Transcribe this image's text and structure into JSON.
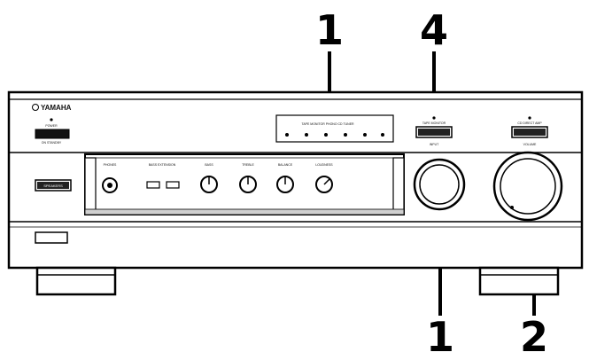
{
  "brand": "YAMAHA",
  "callouts": [
    {
      "id": "callout-top-1",
      "label": "1"
    },
    {
      "id": "callout-top-4",
      "label": "4"
    },
    {
      "id": "callout-bottom-1",
      "label": "1"
    },
    {
      "id": "callout-bottom-2",
      "label": "2"
    }
  ],
  "panel": {
    "power_label": "POWER",
    "power_sub": "ON   STANDBY",
    "speakers_label": "SPEAKERS",
    "phones_label": "PHONES",
    "bass_extension_label": "BASS EXTENSION",
    "bass_label": "BASS",
    "treble_label": "TREBLE",
    "balance_label": "BALANCE",
    "loudness_label": "LOUDNESS",
    "led_strip_label": "TAPE MONITOR   PHONO  CD  TUNER",
    "tape_monitor_label": "TAPE MONITOR",
    "input_label": "INPUT",
    "direct_amp_label": "CD DIRECT AMP",
    "volume_label": "VOLUME"
  },
  "colors": {
    "ink": "#000000",
    "panel": "#ffffff",
    "shade": "#cfcfcf"
  }
}
